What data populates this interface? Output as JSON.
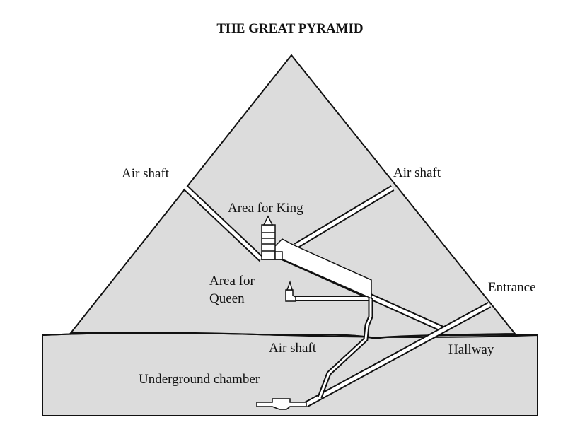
{
  "title": "THE GREAT PYRAMID",
  "labels": {
    "air_shaft_left": "Air shaft",
    "air_shaft_right": "Air shaft",
    "area_for_king": "Area for King",
    "area_for_queen_line1": "Area for",
    "area_for_queen_line2": "Queen",
    "entrance": "Entrance",
    "air_shaft_lower": "Air shaft",
    "hallway": "Hallway",
    "underground_chamber": "Underground chamber"
  },
  "colors": {
    "fill": "#dcdcdc",
    "stroke": "#111111",
    "passage": "#ffffff"
  }
}
